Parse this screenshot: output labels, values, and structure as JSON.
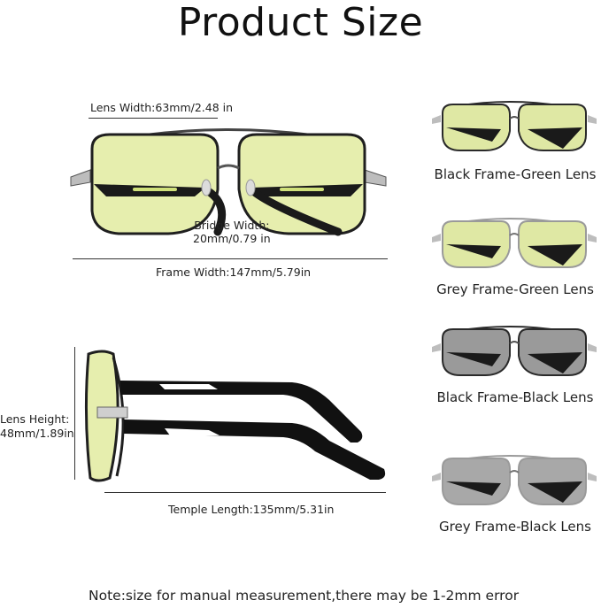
{
  "title": "Product Size",
  "dimensions": {
    "lens_width": "Lens Width:63mm/2.48 in",
    "bridge_width_line1": "Bridge Width:",
    "bridge_width_line2": "20mm/0.79 in",
    "frame_width": "Frame Width:147mm/5.79in",
    "lens_height_line1": "Lens Height:",
    "lens_height_line2": "48mm/1.89in",
    "temple_length": "Temple Length:135mm/5.31in"
  },
  "variants": [
    {
      "label": "Black Frame-Green Lens",
      "frame_color": "#2a2a2a",
      "lens_color": "#dfe8a4"
    },
    {
      "label": "Grey Frame-Green Lens",
      "frame_color": "#9a9a9a",
      "lens_color": "#dfe8a4"
    },
    {
      "label": "Black Frame-Black Lens",
      "frame_color": "#2a2a2a",
      "lens_color": "#9a9a9a"
    },
    {
      "label": "Grey Frame-Black Lens",
      "frame_color": "#9a9a9a",
      "lens_color": "#a8a8a8"
    }
  ],
  "note": "Note:size for manual measurement,there may be 1-2mm error",
  "colors": {
    "main_lens": "#e6eeae",
    "frame_black": "#1f1f1f",
    "temple_black": "#111111"
  }
}
